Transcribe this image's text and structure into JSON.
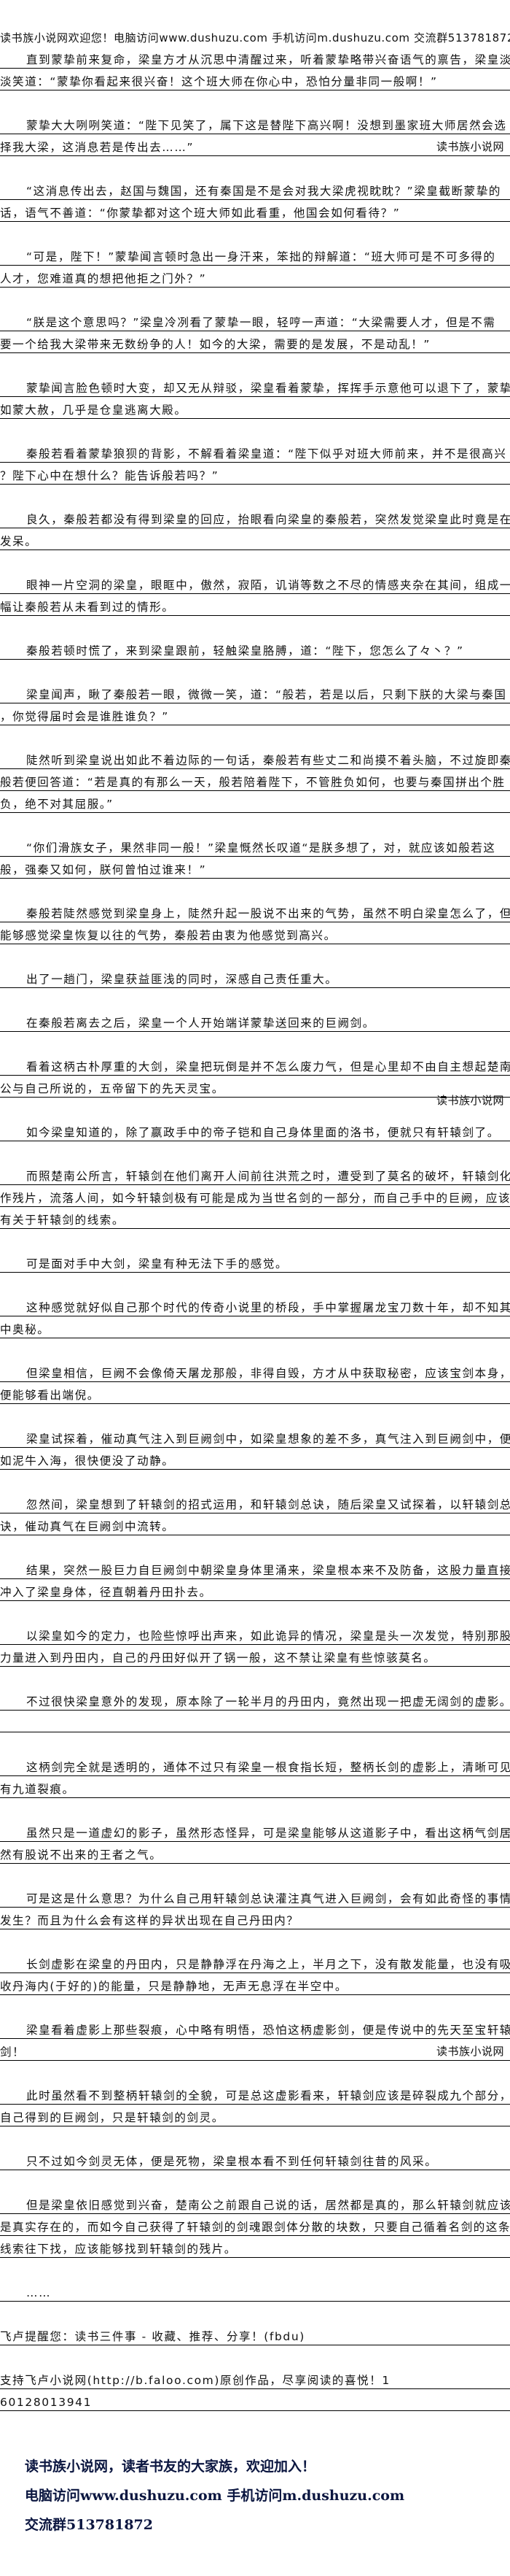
{
  "header": "读书族小说网欢迎您！电脑访问www.dushuzu.com 手机访问m.dushuzu.com 交流群513781872",
  "watermark": "读书族小说网",
  "paragraphs": [
    {
      "lines": [
        "直到蒙挚前来复命，梁皇方才从沉思中清醒过来，听着蒙挚略带兴奋语气的禀告，梁皇淡",
        "淡笑道：“蒙挚你看起来很兴奋！这个班大师在你心中，恐怕分量非同一般啊！”"
      ]
    },
    {
      "lines": [
        "蒙挚大大咧咧笑道：“陛下见笑了，属下这是替陛下高兴啊！没想到墨家班大师居然会选",
        "择我大梁，这消息若是传出去……”"
      ],
      "watermark_line": 1
    },
    {
      "lines": [
        "“这消息传出去，赵国与魏国，还有秦国是不是会对我大梁虎视眈眈？”梁皇截断蒙挚的",
        "话，语气不善道：“你蒙挚都对这个班大师如此看重，他国会如何看待？”"
      ]
    },
    {
      "lines": [
        "“可是，陛下！”蒙挚闻言顿时急出一身汗来，笨拙的辩解道：“班大师可是不可多得的",
        "人才，您难道真的想把他拒之门外？”"
      ]
    },
    {
      "lines": [
        "“朕是这个意思吗？”梁皇冷冽看了蒙挚一眼，轻哼一声道：“大梁需要人才，但是不需",
        "要一个给我大梁带来无数纷争的人！如今的大梁，需要的是发展，不是动乱！”"
      ]
    },
    {
      "lines": [
        "蒙挚闻言脸色顿时大变，却又无从辩驳，梁皇看着蒙挚，挥挥手示意他可以退下了，蒙挚",
        "如蒙大赦，几乎是仓皇逃离大殿。"
      ]
    },
    {
      "lines": [
        "秦般若看着蒙挚狼狈的背影，不解看着梁皇道：“陛下似乎对班大师前来，并不是很高兴",
        "？陛下心中在想什么？能告诉般若吗？”"
      ]
    },
    {
      "lines": [
        "良久，秦般若都没有得到梁皇的回应，抬眼看向梁皇的秦般若，突然发觉梁皇此时竟是在",
        "发呆。"
      ]
    },
    {
      "lines": [
        "眼神一片空洞的梁皇，眼眶中，傲然，寂陌，讥诮等数之不尽的情感夹杂在其间，组成一",
        "幅让秦般若从未看到过的情形。"
      ]
    },
    {
      "lines": [
        "秦般若顿时慌了，来到梁皇跟前，轻触梁皇胳膊，道：“陛下，您怎么了々丶？”"
      ]
    },
    {
      "lines": [
        "梁皇闻声，瞅了秦般若一眼，微微一笑，道：“般若，若是以后，只剩下朕的大梁与秦国",
        "，你觉得届时会是谁胜谁负？”"
      ]
    },
    {
      "lines": [
        "陡然听到梁皇说出如此不着边际的一句话，秦般若有些丈二和尚摸不着头脑，不过旋即秦",
        "般若便回答道：“若是真的有那么一天，般若陪着陛下，不管胜负如何，也要与秦国拼出个胜",
        "负，绝不对其屈服。”"
      ]
    },
    {
      "lines": [
        "“你们滑族女子，果然非同一般！”梁皇慨然长叹道“是朕多想了，对，就应该如般若这",
        "般，强秦又如何，朕何曾怕过谁来！”"
      ]
    },
    {
      "lines": [
        "秦般若陡然感觉到梁皇身上，陡然升起一股说不出来的气势，虽然不明白梁皇怎么了，但",
        "能够感觉梁皇恢复以往的气势，秦般若由衷为他感觉到高兴。"
      ]
    },
    {
      "lines": [
        "出了一趟门，梁皇获益匪浅的同时，深感自己责任重大。"
      ]
    },
    {
      "lines": [
        "在秦般若离去之后，梁皇一个人开始端详蒙挚送回来的巨阙剑。"
      ]
    },
    {
      "lines": [
        "看着这柄古朴厚重的大剑，梁皇把玩倒是并不怎么废力气，但是心里却不由自主想起楚南",
        "公与自己所说的，五帝留下的先天灵宝。"
      ],
      "watermark_line": 1,
      "watermark_below": true
    },
    {
      "lines": [
        "如今梁皇知道的，除了嬴政手中的帝子铠和自己身体里面的洛书，便就只有轩辕剑了。"
      ]
    },
    {
      "lines": [
        "而照楚南公所言，轩辕剑在他们离开人间前往洪荒之时，遭受到了莫名的破坏，轩辕剑化",
        "作残片，流落人间，如今轩辕剑极有可能是成为当世名剑的一部分，而自己手中的巨阙，应该",
        "有关于轩辕剑的线索。"
      ]
    },
    {
      "lines": [
        "可是面对手中大剑，梁皇有种无法下手的感觉。"
      ]
    },
    {
      "lines": [
        "这种感觉就好似自己那个时代的传奇小说里的桥段，手中掌握屠龙宝刀数十年，却不知其",
        "中奥秘。"
      ]
    },
    {
      "lines": [
        "但梁皇相信，巨阙不会像倚天屠龙那般，非得自毁，方才从中获取秘密，应该宝剑本身，",
        "便能够看出端倪。"
      ]
    },
    {
      "lines": [
        "梁皇试探着，催动真气注入到巨阙剑中，如梁皇想象的差不多，真气注入到巨阙剑中，便",
        "如泥牛入海，很快便没了动静。"
      ]
    },
    {
      "lines": [
        "忽然间，梁皇想到了轩辕剑的招式运用，和轩辕剑总诀，随后梁皇又试探着，以轩辕剑总",
        "诀，催动真气在巨阙剑中流转。"
      ]
    },
    {
      "lines": [
        "结果，突然一股巨力自巨阙剑中朝梁皇身体里涌来，梁皇根本来不及防备，这股力量直接",
        "冲入了梁皇身体，径直朝着丹田扑去。"
      ]
    },
    {
      "lines": [
        "以梁皇如今的定力，也险些惊呼出声来，如此诡异的情况，梁皇是头一次发觉，特别那股",
        "力量进入到丹田内，自己的丹田好似开了锅一般，这不禁让梁皇有些惊骇莫名。"
      ]
    },
    {
      "lines": [
        "不过很快梁皇意外的发现，原本除了一轮半月的丹田内，竟然出现一把虚无阔剑的虚影。",
        ""
      ]
    },
    {
      "lines": [
        "这柄剑完全就是透明的，通体不过只有梁皇一根食指长短，整柄长剑的虚影上，清晰可见",
        "有九道裂痕。"
      ]
    },
    {
      "lines": [
        "虽然只是一道虚幻的影子，虽然形态怪异，可是梁皇能够从这道影子中，看出这柄气剑居",
        "然有股说不出来的王者之气。"
      ]
    },
    {
      "lines": [
        "可是这是什么意思？为什么自己用轩辕剑总诀灌注真气进入巨阙剑，会有如此奇怪的事情",
        "发生？而且为什么会有这样的异状出现在自己丹田内？"
      ]
    },
    {
      "lines": [
        "长剑虚影在梁皇的丹田内，只是静静浮在丹海之上，半月之下，没有散发能量，也没有吸",
        "收丹海内(于好的)的能量，只是静静地，无声无息浮在半空中。"
      ]
    },
    {
      "lines": [
        "梁皇看着虚影上那些裂痕，心中略有明悟，恐怕这柄虚影剑，便是传说中的先天至宝轩辕",
        "剑！"
      ],
      "watermark_line": 1
    },
    {
      "lines": [
        "此时虽然看不到整柄轩辕剑的全貌，可是总这虚影看来，轩辕剑应该是碎裂成九个部分，",
        "自己得到的巨阙剑，只是轩辕剑的剑灵。"
      ]
    },
    {
      "lines": [
        "只不过如今剑灵无体，便是死物，梁皇根本看不到任何轩辕剑往昔的风采。"
      ]
    },
    {
      "lines": [
        "但是梁皇依旧感觉到兴奋，楚南公之前跟自己说的话，居然都是真的，那么轩辕剑就应该",
        "是真实存在的，而如今自己获得了轩辕剑的剑魂跟剑体分散的块数，只要自己循着名剑的这条",
        "线索往下找，应该能够找到轩辕剑的残片。"
      ]
    },
    {
      "lines": [
        "……"
      ]
    }
  ],
  "notes": [
    {
      "lines": [
        "飞卢提醒您：读书三件事 - 收藏、推荐、分享！(fbdu)"
      ]
    },
    {
      "lines": [
        "支持飞卢小说网(http://b.faloo.com)原创作品，尽享阅读的喜悦！1",
        "60128013941"
      ]
    }
  ],
  "footer": {
    "line1": "读书族小说网，读者书友的大家族，欢迎加入！",
    "line2": "电脑访问www.dushuzu.com 手机访问m.dushuzu.com",
    "line3": "交流群513781872"
  }
}
